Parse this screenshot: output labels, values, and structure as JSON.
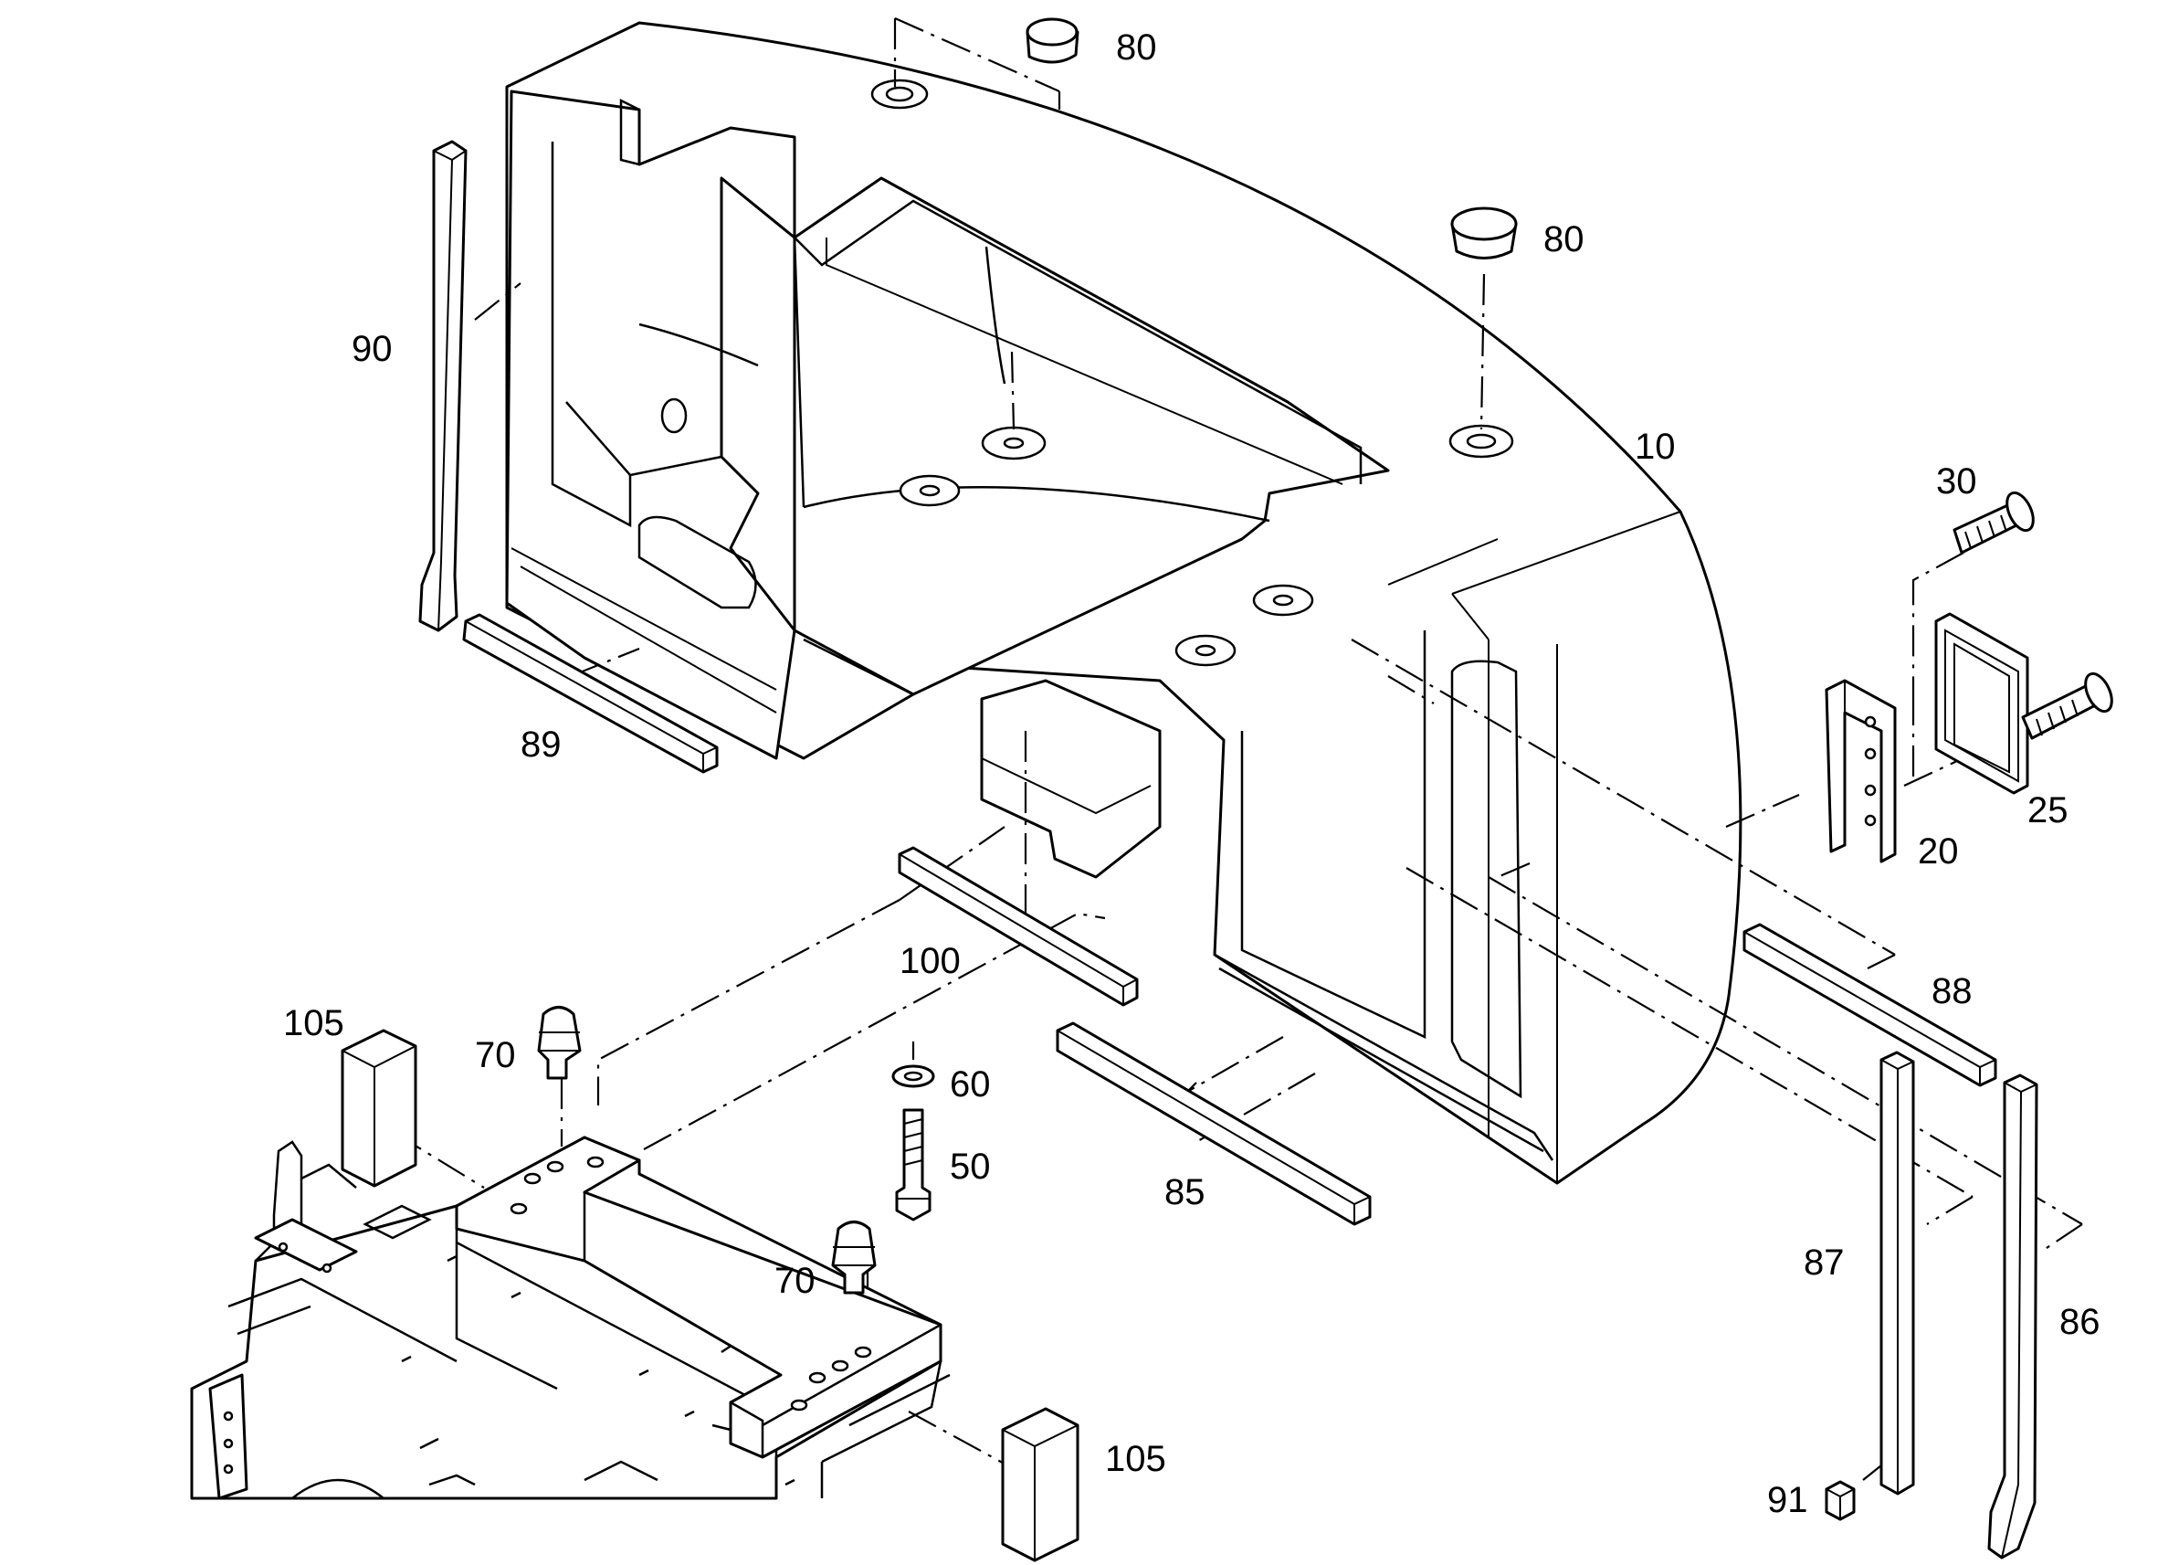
{
  "callouts": [
    {
      "id": "c80a",
      "text": "80"
    },
    {
      "id": "c80b",
      "text": "80"
    },
    {
      "id": "c90",
      "text": "90"
    },
    {
      "id": "c10",
      "text": "10"
    },
    {
      "id": "c30",
      "text": "30"
    },
    {
      "id": "c25",
      "text": "25"
    },
    {
      "id": "c20",
      "text": "20"
    },
    {
      "id": "c89",
      "text": "89"
    },
    {
      "id": "c100",
      "text": "100"
    },
    {
      "id": "c88",
      "text": "88"
    },
    {
      "id": "c105a",
      "text": "105"
    },
    {
      "id": "c70a",
      "text": "70"
    },
    {
      "id": "c60",
      "text": "60"
    },
    {
      "id": "c50",
      "text": "50"
    },
    {
      "id": "c85",
      "text": "85"
    },
    {
      "id": "c87",
      "text": "87"
    },
    {
      "id": "c86",
      "text": "86"
    },
    {
      "id": "c70b",
      "text": "70"
    },
    {
      "id": "c105b",
      "text": "105"
    },
    {
      "id": "c91",
      "text": "91"
    }
  ]
}
